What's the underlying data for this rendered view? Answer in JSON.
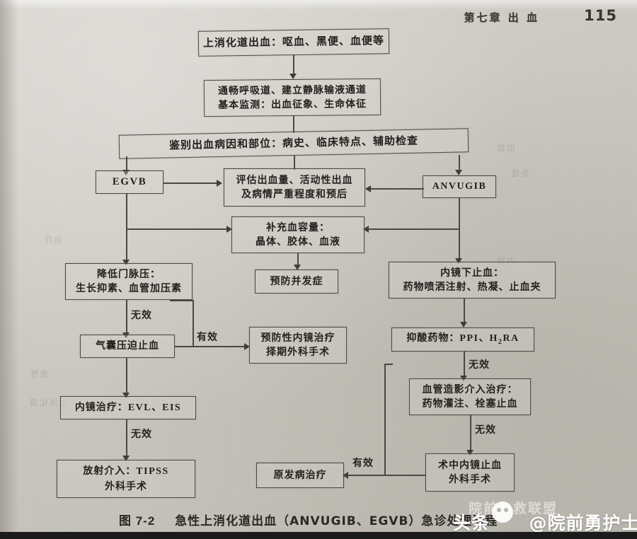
{
  "header": {
    "chapter": "第七章  出  血",
    "page_number": "115"
  },
  "caption": {
    "figure_number": "图 7-2",
    "text": "急性上消化道出血（ANVUGIB、EGVB）急诊处理流程"
  },
  "watermark": {
    "platform": "头条",
    "handle": "@院前勇护士一枚",
    "faint_text": "院前急救联盟",
    "avatar_icon": "at-circle-icon"
  },
  "flowchart": {
    "nodes": [
      {
        "id": "n1",
        "lines": [
          "上消化道出血：呕血、黑便、血便等"
        ]
      },
      {
        "id": "n2",
        "lines": [
          "通畅呼吸道、建立静脉输液通道",
          "基本监测：出血征象、生命体征"
        ]
      },
      {
        "id": "n3",
        "lines": [
          "鉴别出血病因和部位：病史、临床特点、辅助检查"
        ]
      },
      {
        "id": "n4",
        "lines": [
          "EGVB"
        ]
      },
      {
        "id": "n5",
        "lines": [
          "评估出血量、活动性出血",
          "及病情严重程度和预后"
        ]
      },
      {
        "id": "n6",
        "lines": [
          "ANVUGIB"
        ]
      },
      {
        "id": "n7",
        "lines": [
          "补充血容量：",
          "晶体、胶体、血液"
        ]
      },
      {
        "id": "n8",
        "lines": [
          "降低门脉压：",
          "生长抑素、血管加压素"
        ]
      },
      {
        "id": "n9",
        "lines": [
          "预防并发症"
        ]
      },
      {
        "id": "n10",
        "lines": [
          "内镜下止血：",
          "药物喷洒注射、热凝、止血夹"
        ]
      },
      {
        "id": "n11",
        "lines": [
          "气囊压迫止血"
        ]
      },
      {
        "id": "n12",
        "lines": [
          "预防性内镜治疗",
          "择期外科手术"
        ]
      },
      {
        "id": "n13",
        "lines": [
          "抑酸药物：PPI、H2RA"
        ]
      },
      {
        "id": "n14",
        "lines": [
          "血管造影介入治疗：",
          "药物灌注、栓塞止血"
        ]
      },
      {
        "id": "n15",
        "lines": [
          "内镜治疗：EVL、EIS"
        ]
      },
      {
        "id": "n16",
        "lines": [
          "术中内镜止血",
          "外科手术"
        ]
      },
      {
        "id": "n17",
        "lines": [
          "放射介入：TIPSS",
          "外科手术"
        ]
      },
      {
        "id": "n18",
        "lines": [
          "原发病治疗"
        ]
      }
    ],
    "edge_labels": [
      {
        "id": "e1",
        "text": "无效"
      },
      {
        "id": "e2",
        "text": "有效"
      },
      {
        "id": "e3",
        "text": "无效"
      },
      {
        "id": "e4",
        "text": "无效"
      },
      {
        "id": "e5",
        "text": "无效"
      },
      {
        "id": "e6",
        "text": "有效"
      }
    ]
  },
  "colors": {
    "paper": "#cbc8c1",
    "ink": "#23221f",
    "line": "#4a4842",
    "watermark": "#ffffff"
  },
  "bleed_through": [
    "出血",
    "处理",
    "治疗",
    "内镜",
    "急性",
    "上消化道"
  ]
}
